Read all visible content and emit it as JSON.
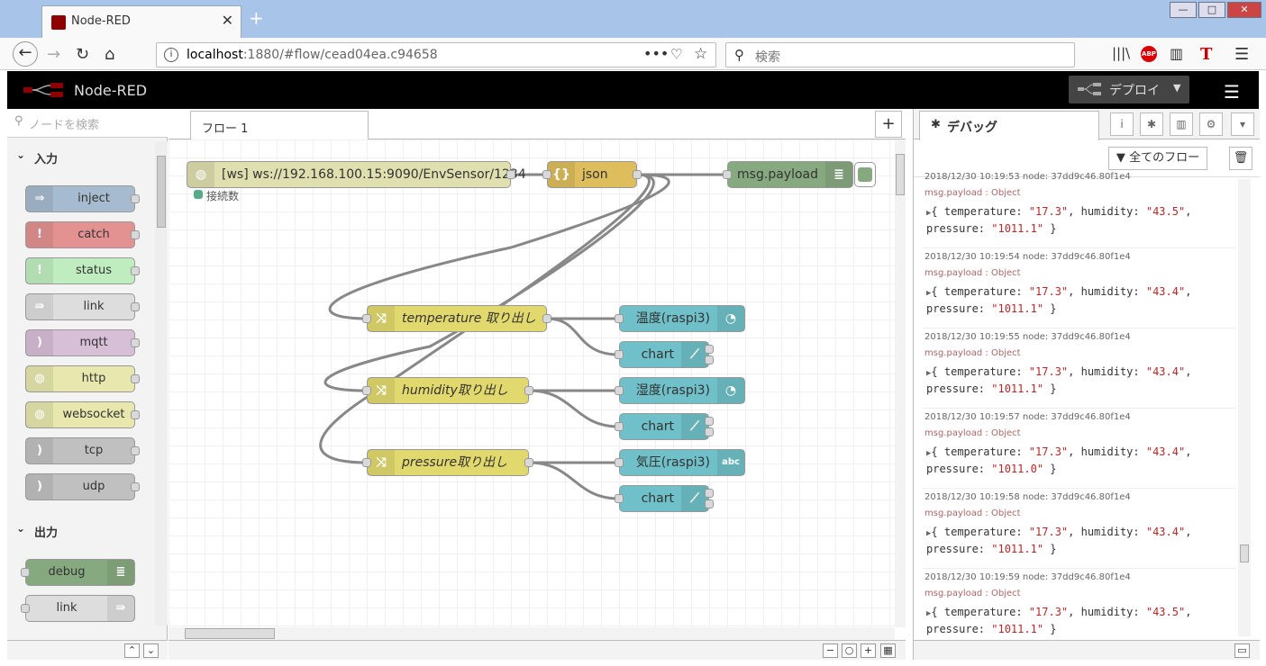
{
  "browser": {
    "tab_title": "Node-RED",
    "url_host": "localhost",
    "url_rest": ":1880/#flow/cead04ea.c94658",
    "search_placeholder": "検索"
  },
  "header": {
    "title": "Node-RED",
    "deploy_label": "デプロイ"
  },
  "palette": {
    "search_placeholder": "ノードを検索",
    "cat_input": "入力",
    "cat_output": "出力",
    "input_nodes": [
      "inject",
      "catch",
      "status",
      "link",
      "mqtt",
      "http",
      "websocket",
      "tcp",
      "udp"
    ],
    "output_nodes": [
      "debug",
      "link"
    ]
  },
  "workspace": {
    "flow_tab": "フロー 1",
    "nodes": {
      "ws_in": "[ws] ws://192.168.100.15:9090/EnvSensor/1234",
      "ws_status": "接続数",
      "json": "json",
      "debug": "msg.payload",
      "ch_temp": "temperature 取り出し",
      "ch_hum": "humidity取り出し",
      "ch_pres": "pressure取り出し",
      "g1": "温度(raspi3)",
      "g2": "湿度(raspi3)",
      "t3": "気圧(raspi3)",
      "chart1": "chart",
      "chart2": "chart",
      "chart3": "chart",
      "abc": "abc"
    }
  },
  "sidebar": {
    "tab_title": "デバッグ",
    "filter_label": "全てのフロー",
    "messages": [
      {
        "meta": "2018/12/30 10:19:53   node: 37dd9c46.80f1e4",
        "topic": "msg.payload : Object",
        "temp": "\"17.3\"",
        "hum": "\"43.5\"",
        "pres": "\"1011.1\""
      },
      {
        "meta": "2018/12/30 10:19:54   node: 37dd9c46.80f1e4",
        "topic": "msg.payload : Object",
        "temp": "\"17.3\"",
        "hum": "\"43.4\"",
        "pres": "\"1011.1\""
      },
      {
        "meta": "2018/12/30 10:19:55   node: 37dd9c46.80f1e4",
        "topic": "msg.payload : Object",
        "temp": "\"17.3\"",
        "hum": "\"43.4\"",
        "pres": "\"1011.1\""
      },
      {
        "meta": "2018/12/30 10:19:57   node: 37dd9c46.80f1e4",
        "topic": "msg.payload : Object",
        "temp": "\"17.3\"",
        "hum": "\"43.4\"",
        "pres": "\"1011.0\""
      },
      {
        "meta": "2018/12/30 10:19:58   node: 37dd9c46.80f1e4",
        "topic": "msg.payload : Object",
        "temp": "\"17.3\"",
        "hum": "\"43.4\"",
        "pres": "\"1011.1\""
      },
      {
        "meta": "2018/12/30 10:19:59   node: 37dd9c46.80f1e4",
        "topic": "msg.payload : Object",
        "temp": "\"17.3\"",
        "hum": "\"43.5\"",
        "pres": "\"1011.1\""
      }
    ]
  }
}
